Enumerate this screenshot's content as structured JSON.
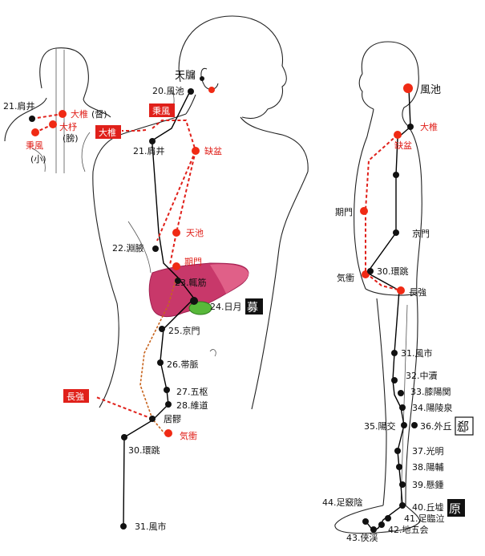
{
  "back_view": {
    "left_point": "21.肩井",
    "red_points": [
      {
        "text": "大椎",
        "suffix": "(督)"
      },
      {
        "text": "大杼",
        "suffix": ""
      },
      {
        "text": "秉風",
        "suffix": ""
      }
    ],
    "mid_suffix": "(膀)",
    "lower_suffix": "(小)"
  },
  "front_view": {
    "top_points": [
      "天牖",
      "20.風池"
    ],
    "boxed_labels": [
      "秉風",
      "大椎",
      "長強"
    ],
    "red_points": [
      "缺盆",
      "天池",
      "期門",
      "気衝"
    ],
    "black_points": [
      "21.肩井",
      "22.淵腋",
      "23.輒筋",
      "24.日月",
      "25.京門",
      "26.帯脈",
      "27.五枢",
      "28.維道",
      "居髎",
      "30.環跳",
      "31.風市"
    ],
    "mu_badge": "募"
  },
  "side_view": {
    "big_label": "風池",
    "red_points": [
      "大椎",
      "缺盆",
      "期門",
      "気衝",
      "長強"
    ],
    "black_points": [
      "京門",
      "30.環跳",
      "31.風市",
      "32.中瀆",
      "33.膝陽関",
      "34.陽陵泉",
      "35.陽交",
      "36.外丘",
      "37.光明",
      "38.陽輔",
      "39.懸鍾",
      "40.丘墟",
      "41.足臨泣",
      "42.地五会",
      "43.侠渓",
      "44.足竅陰"
    ],
    "xi_badge": "郄",
    "yuan_badge": "原"
  }
}
